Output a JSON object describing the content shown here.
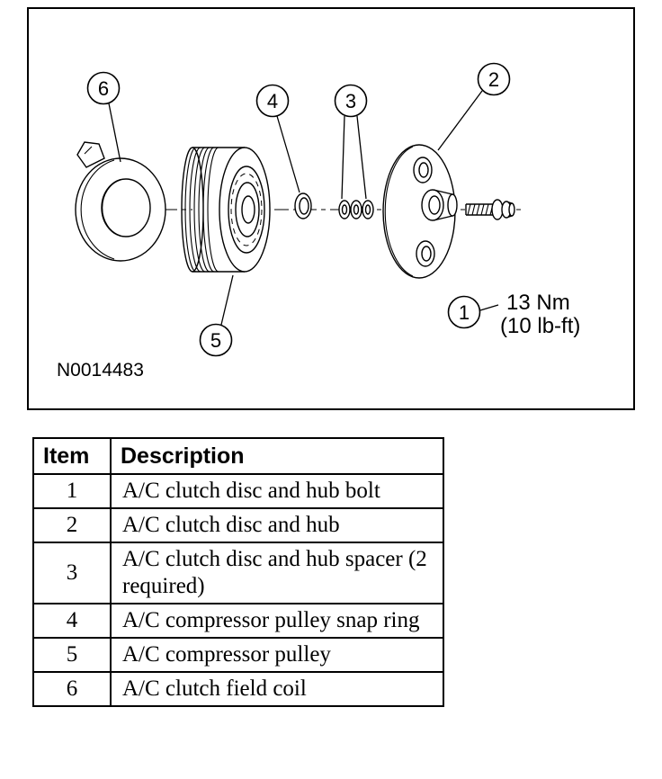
{
  "figure": {
    "part_number": "N0014483",
    "torque": {
      "line1": "13 Nm",
      "line2": "(10 lb-ft)"
    },
    "callouts": {
      "c1": "1",
      "c2": "2",
      "c3": "3",
      "c4": "4",
      "c5": "5",
      "c6": "6"
    }
  },
  "table": {
    "headers": {
      "item": "Item",
      "description": "Description"
    },
    "rows": [
      {
        "item": "1",
        "description": "A/C clutch disc and hub bolt"
      },
      {
        "item": "2",
        "description": "A/C clutch disc and hub"
      },
      {
        "item": "3",
        "description": "A/C clutch disc and hub spacer (2 required)"
      },
      {
        "item": "4",
        "description": "A/C compressor pulley snap ring"
      },
      {
        "item": "5",
        "description": "A/C compressor pulley"
      },
      {
        "item": "6",
        "description": "A/C clutch field coil"
      }
    ]
  }
}
